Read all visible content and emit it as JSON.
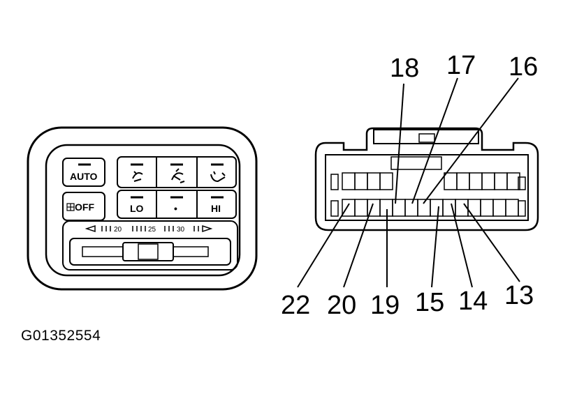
{
  "control_panel": {
    "auto_label": "AUTO",
    "off_label": "OFF",
    "lo_label": "LO",
    "mid_label": "•",
    "hi_label": "HI",
    "temp_scale": [
      "20",
      "25",
      "30"
    ]
  },
  "connector": {
    "pin_labels_top": [
      "18",
      "17",
      "16"
    ],
    "pin_labels_bottom": [
      "22",
      "20",
      "19",
      "15",
      "14",
      "13"
    ]
  },
  "figure_id": "G01352554"
}
